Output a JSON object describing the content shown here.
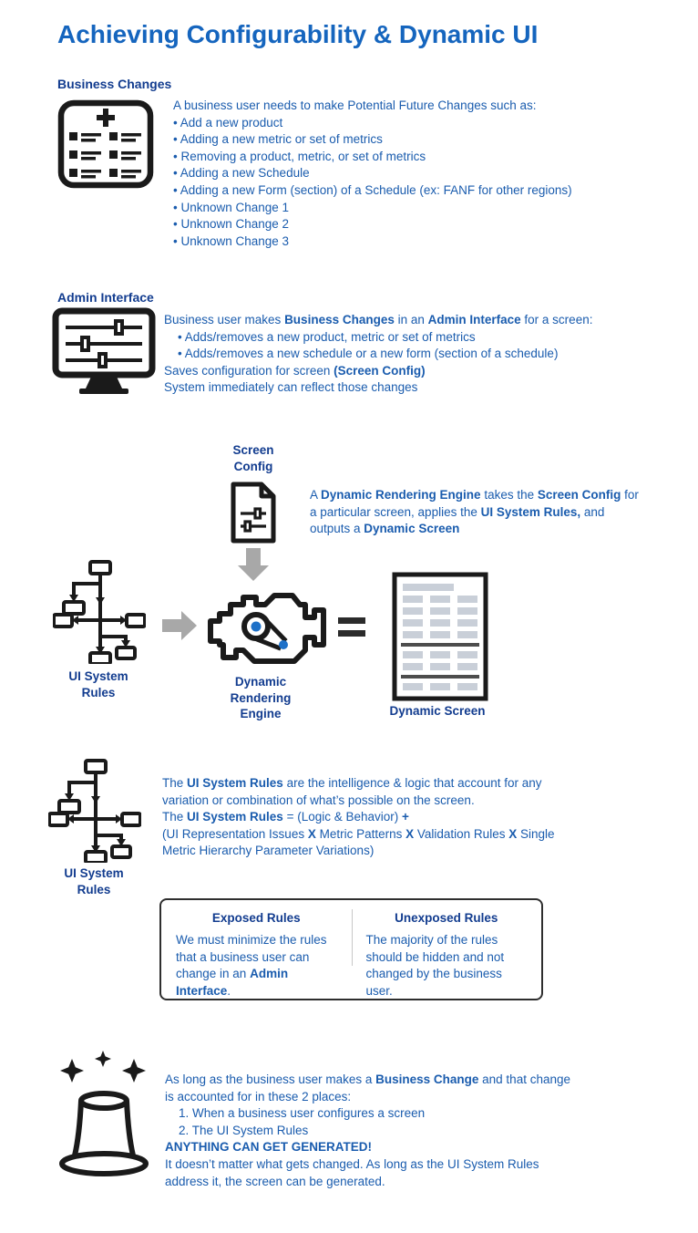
{
  "colors": {
    "title-blue": "#1565BE",
    "navy": "#123C8F",
    "body-blue": "#1A5CAE",
    "ink": "#1a1a1a",
    "accent-blue": "#1E71C8",
    "arrow-gray": "#A8A8A8",
    "cell-gray": "#C9CFD8",
    "divider-dark": "#4D4D4D",
    "box-border": "#2E2E2E",
    "column-divider": "#C8C8C8"
  },
  "title": "Achieving Configurability & Dynamic UI",
  "business_changes": {
    "heading": "Business Changes",
    "intro": "A business user needs to make Potential Future Changes such as:",
    "bullets": [
      "• Add a new product",
      "• Adding a new metric or set of metrics",
      "• Removing a product, metric, or set of metrics",
      "• Adding a new Schedule",
      "• Adding a new Form (section) of a Schedule (ex: FANF for other regions)",
      "• Unknown Change 1",
      "• Unknown Change 2",
      "• Unknown Change 3"
    ]
  },
  "admin_interface": {
    "heading": "Admin Interface",
    "line1": [
      "Business user makes ",
      {
        "b": "Business Changes"
      },
      " in an ",
      {
        "b": "Admin Interface"
      },
      " for a screen:"
    ],
    "bullets": [
      "• Adds/removes a new product, metric or set of metrics",
      "• Adds/removes a new schedule or a new form (section of a schedule)"
    ],
    "line2": [
      "Saves configuration for screen ",
      {
        "b": "(Screen Config)"
      }
    ],
    "line3": "System immediately can reflect those changes"
  },
  "engine_diagram": {
    "screen_config_label": "Screen Config",
    "description": [
      "A ",
      {
        "b": "Dynamic Rendering Engine"
      },
      " takes the ",
      {
        "b": "Screen Config"
      },
      " for a particular screen, applies the ",
      {
        "b": "UI System Rules,"
      },
      " and outputs a ",
      {
        "b": "Dynamic Screen"
      }
    ],
    "ui_system_rules_label": "UI System Rules",
    "engine_label": "Dynamic Rendering Engine",
    "dynamic_screen_label": "Dynamic Screen"
  },
  "rules_section": {
    "icon_label": "UI System Rules",
    "para1": [
      "The ",
      {
        "b": "UI System Rules"
      },
      " are the intelligence & logic that account for any variation or combination of what’s possible on the screen."
    ],
    "para2": [
      "The ",
      {
        "b": "UI System Rules"
      },
      " = (Logic & Behavior) ",
      {
        "b": "+"
      }
    ],
    "para3": [
      "(UI Representation Issues ",
      {
        "b": "X"
      },
      " Metric Patterns ",
      {
        "b": "X"
      },
      " Validation Rules ",
      {
        "b": "X"
      },
      " Single Metric Hierarchy Parameter Variations)"
    ],
    "exposed": {
      "heading": "Exposed Rules",
      "text": [
        "We must minimize the rules that a business user can change in an ",
        {
          "b": "Admin Interface"
        },
        "."
      ]
    },
    "unexposed": {
      "heading": "Unexposed Rules",
      "text": "The majority of the rules should be hidden and not changed by the business user."
    }
  },
  "conclusion": {
    "para1": [
      "As long as the business user makes a ",
      {
        "b": "Business Change"
      },
      " and that change is accounted for in these 2 places:"
    ],
    "items": [
      "1. When a business user configures a screen",
      "2. The UI System Rules"
    ],
    "shout": "ANYTHING CAN GET GENERATED!",
    "para2": "It doesn’t matter what gets changed. As long as the UI System Rules address it, the screen can be generated."
  }
}
